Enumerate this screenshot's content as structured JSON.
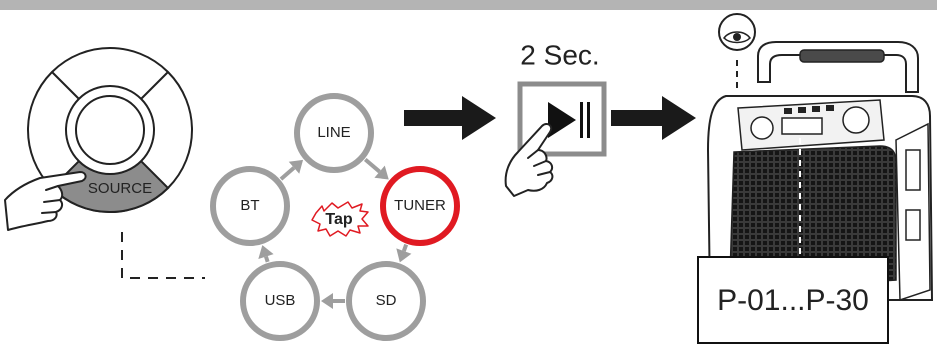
{
  "colors": {
    "top_band": "#b4b4b4",
    "node_stroke": "#9e9e9e",
    "node_active": "#e01a22",
    "arrow": "#1a1a1a",
    "source_sector": "#8c8c8c",
    "tap_star": "#e01a22",
    "line": "#222222"
  },
  "knob": {
    "source_label": "SOURCE"
  },
  "cycle": {
    "nodes": [
      {
        "id": "line",
        "label": "LINE",
        "active": false
      },
      {
        "id": "tuner",
        "label": "TUNER",
        "active": true
      },
      {
        "id": "sd",
        "label": "SD",
        "active": false
      },
      {
        "id": "usb",
        "label": "USB",
        "active": false
      },
      {
        "id": "bt",
        "label": "BT",
        "active": false
      }
    ],
    "tap_label": "Tap"
  },
  "play_button": {
    "hold_label": "2 Sec.",
    "icon": "play-pause-icon"
  },
  "speaker": {
    "display_text": "P-01...P-30",
    "eye_icon": "eye-icon"
  }
}
